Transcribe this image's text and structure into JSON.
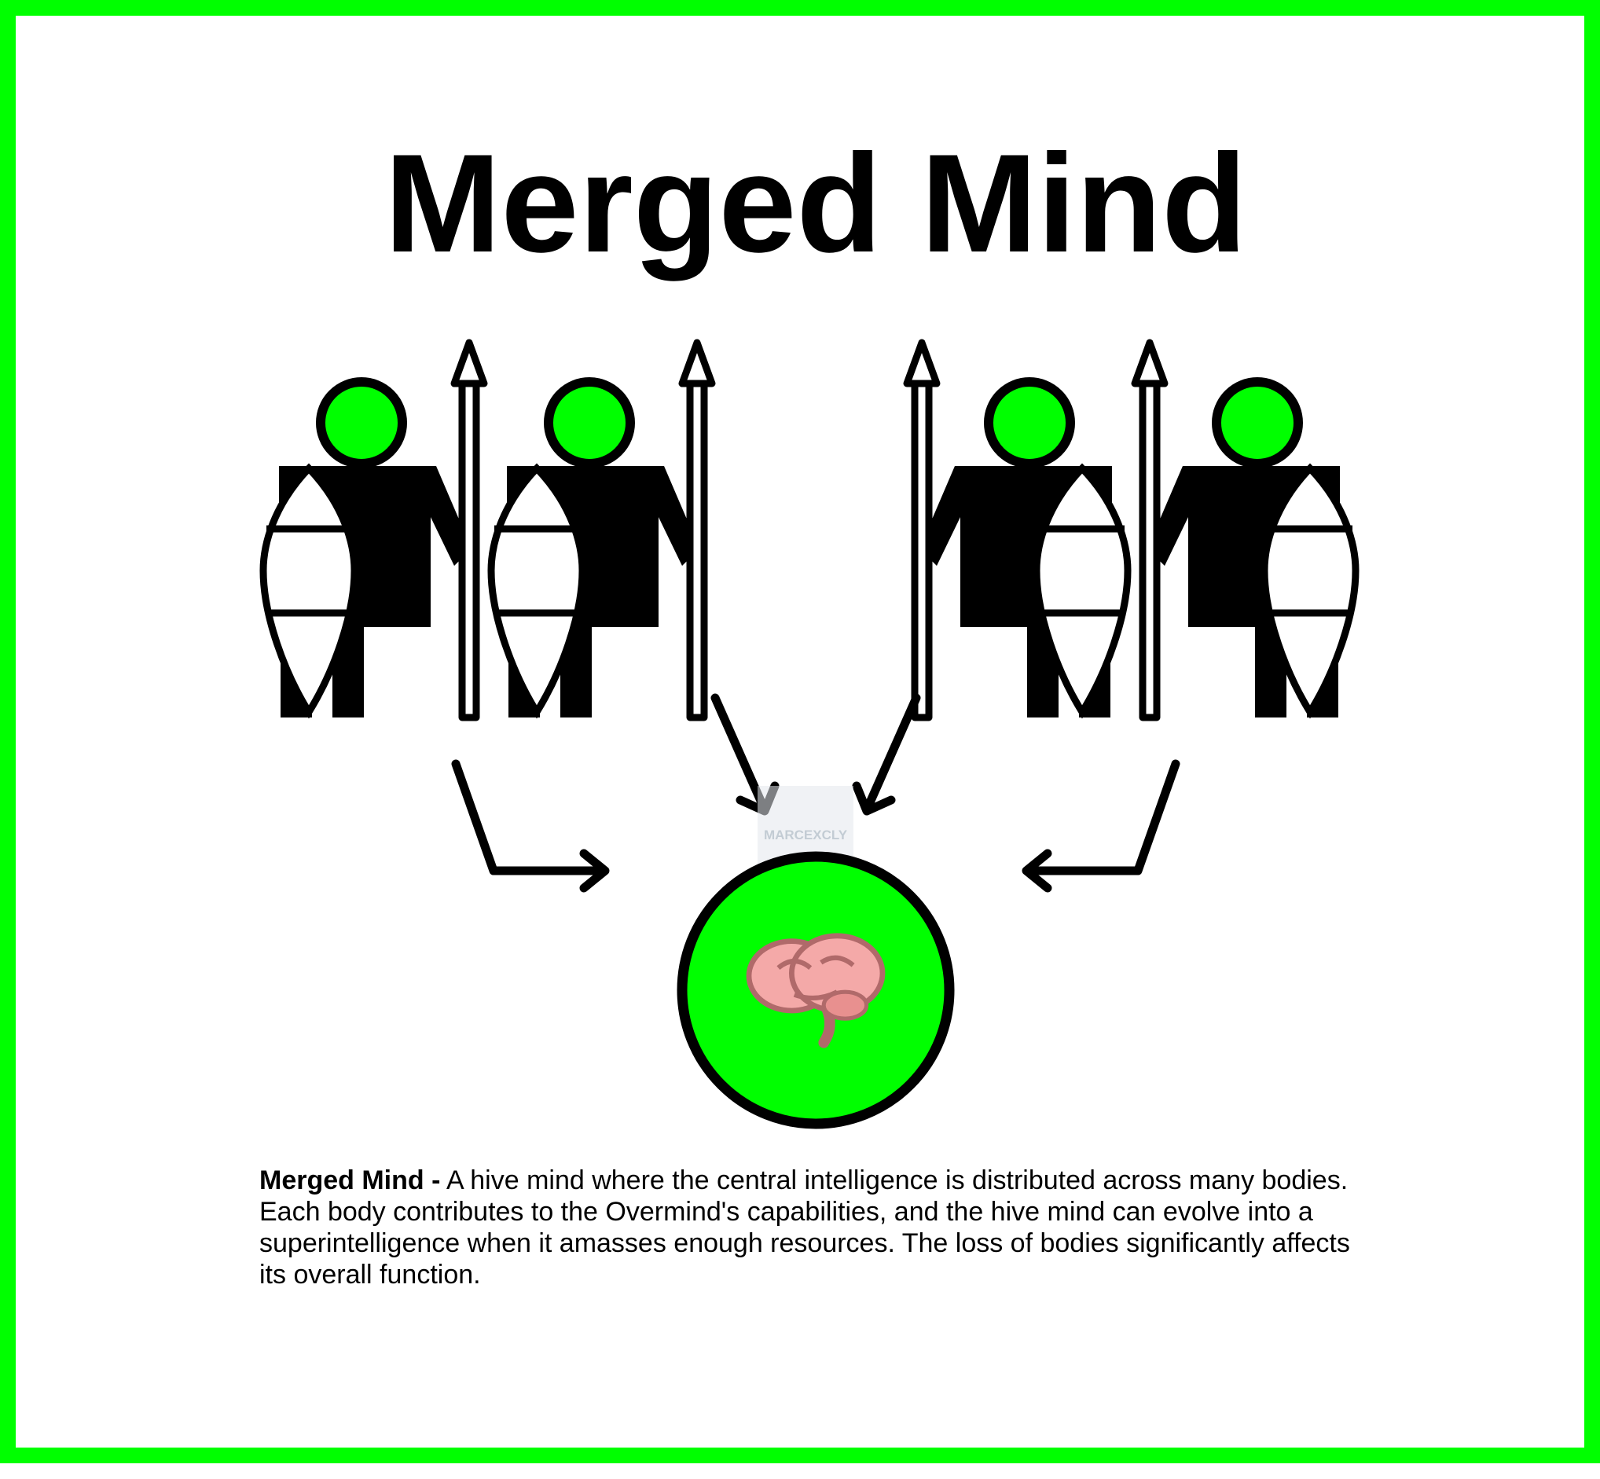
{
  "title": "Merged Mind",
  "watermark": {
    "text": "MARCEXCLY"
  },
  "description": {
    "term": "Merged Mind -",
    "text": " A hive mind where the central intelligence is distributed across many bodies. Each body contributes to the Overmind's capabilities, and the hive mind can evolve into a superintelligence when it amasses enough resources. The loss of bodies significantly affects its overall function."
  },
  "colors": {
    "border": "#00ff00",
    "head_fill": "#00ff00",
    "brain": "#f4a9a8",
    "figure": "#000000",
    "background": "#ffffff"
  },
  "icons": {
    "figure": "warrior-with-shield-and-spear-icon",
    "brain": "brain-icon",
    "arrow": "bent-arrow-icon"
  }
}
